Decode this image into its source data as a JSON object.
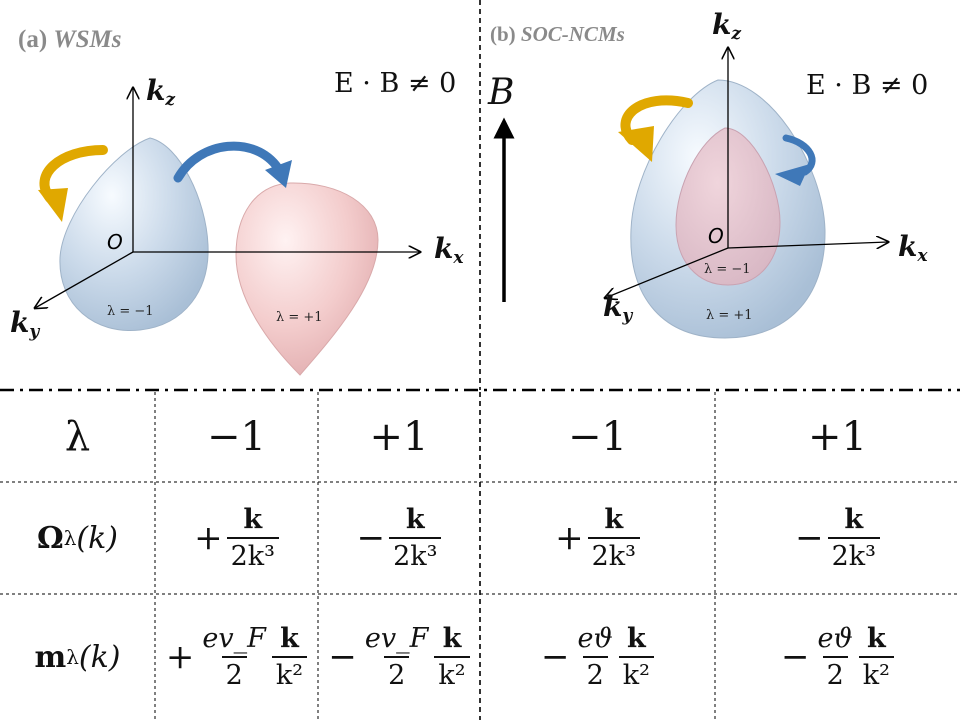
{
  "panels": {
    "a": {
      "label": "(a) ",
      "label_italic": "WSMs",
      "eb": "E · B ≠ 0",
      "kz": "k",
      "kz_sub": "z",
      "kx": "k",
      "kx_sub": "x",
      "ky": "k",
      "ky_sub": "y",
      "origin": "O",
      "lam_left": "λ = −1",
      "lam_right": "λ = +1"
    },
    "b": {
      "label": "(b) ",
      "label_italic": "SOC-NCMs",
      "eb": "E · B ≠ 0",
      "kz": "k",
      "kz_sub": "z",
      "kx": "k",
      "kx_sub": "x",
      "ky": "k",
      "ky_sub": "y",
      "origin": "O",
      "lam_inner": "λ = −1",
      "lam_outer": "λ = +1"
    },
    "field_label": "B"
  },
  "table": {
    "header": {
      "label": "λ",
      "cols": [
        "−1",
        "+1",
        "−1",
        "+1"
      ]
    },
    "omega": {
      "label_sym": "Ω",
      "label_sup": "λ",
      "label_arg": "(k)",
      "cells": [
        {
          "sign": "+",
          "num": "k",
          "den": "2k³"
        },
        {
          "sign": "−",
          "num": "k",
          "den": "2k³"
        },
        {
          "sign": "+",
          "num": "k",
          "den": "2k³"
        },
        {
          "sign": "−",
          "num": "k",
          "den": "2k³"
        }
      ]
    },
    "moment": {
      "label_sym": "m",
      "label_sup": "λ",
      "label_arg": "(k)",
      "cells": [
        {
          "sign": "+",
          "f1num": "ev_F",
          "f1den": "2",
          "num": "k",
          "den": "k²"
        },
        {
          "sign": "−",
          "f1num": "ev_F",
          "f1den": "2",
          "num": "k",
          "den": "k²"
        },
        {
          "sign": "−",
          "f1num": "eϑ",
          "f1den": "2",
          "num": "k",
          "den": "k²"
        },
        {
          "sign": "−",
          "f1num": "eϑ",
          "f1den": "2",
          "num": "k",
          "den": "k²"
        }
      ]
    }
  },
  "colors": {
    "blue_body": "#c9d8ea",
    "pink_body": "#f1c9c9",
    "gold_arrow": "#e0a800",
    "blue_arrow": "#3f78b8"
  }
}
